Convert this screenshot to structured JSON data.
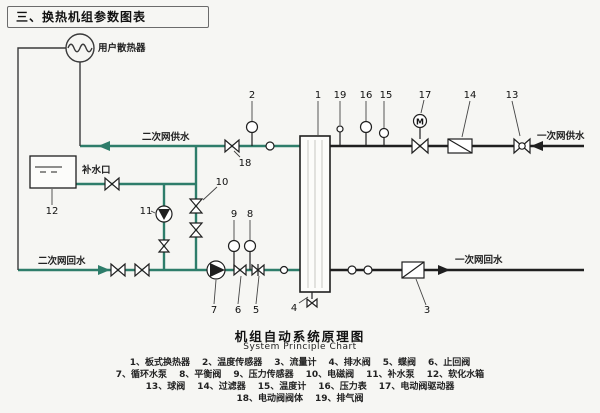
{
  "title": "三、换热机组参数图表",
  "diagram": {
    "colors": {
      "secondary_pipe": "#2e7d6a",
      "primary_pipe": "#1f1f1f"
    },
    "labels": {
      "radiator": "用户散热器",
      "makeup_port": "补水口",
      "secondary_supply": "二次网供水",
      "secondary_return": "二次网回水",
      "primary_supply": "一次网供水",
      "primary_return": "一次网回水",
      "motor": "M"
    },
    "callouts": {
      "c1": "1",
      "c2": "2",
      "c3": "3",
      "c4": "4",
      "c5": "5",
      "c6": "6",
      "c7": "7",
      "c8": "8",
      "c9": "9",
      "c10": "10",
      "c11": "11",
      "c12": "12",
      "c13": "13",
      "c14": "14",
      "c15": "15",
      "c16": "16",
      "c17": "17",
      "c18": "18",
      "c19": "19"
    }
  },
  "caption": {
    "cn": "机组自动系统原理图",
    "en": "System Principle Chart"
  },
  "legend": {
    "rows": [
      [
        "1、板式换热器",
        "2、温度传感器",
        "3、流量计",
        "4、排水阀",
        "5、蝶阀",
        "6、止回阀"
      ],
      [
        "7、循环水泵",
        "8、平衡阀",
        "9、压力传感器",
        "10、电磁阀",
        "11、补水泵",
        "12、软化水箱"
      ],
      [
        "13、球阀",
        "14、过滤器",
        "15、温度计",
        "16、压力表",
        "17、电动阀驱动器"
      ],
      [
        "18、电动阀阀体",
        "19、排气阀"
      ]
    ]
  }
}
